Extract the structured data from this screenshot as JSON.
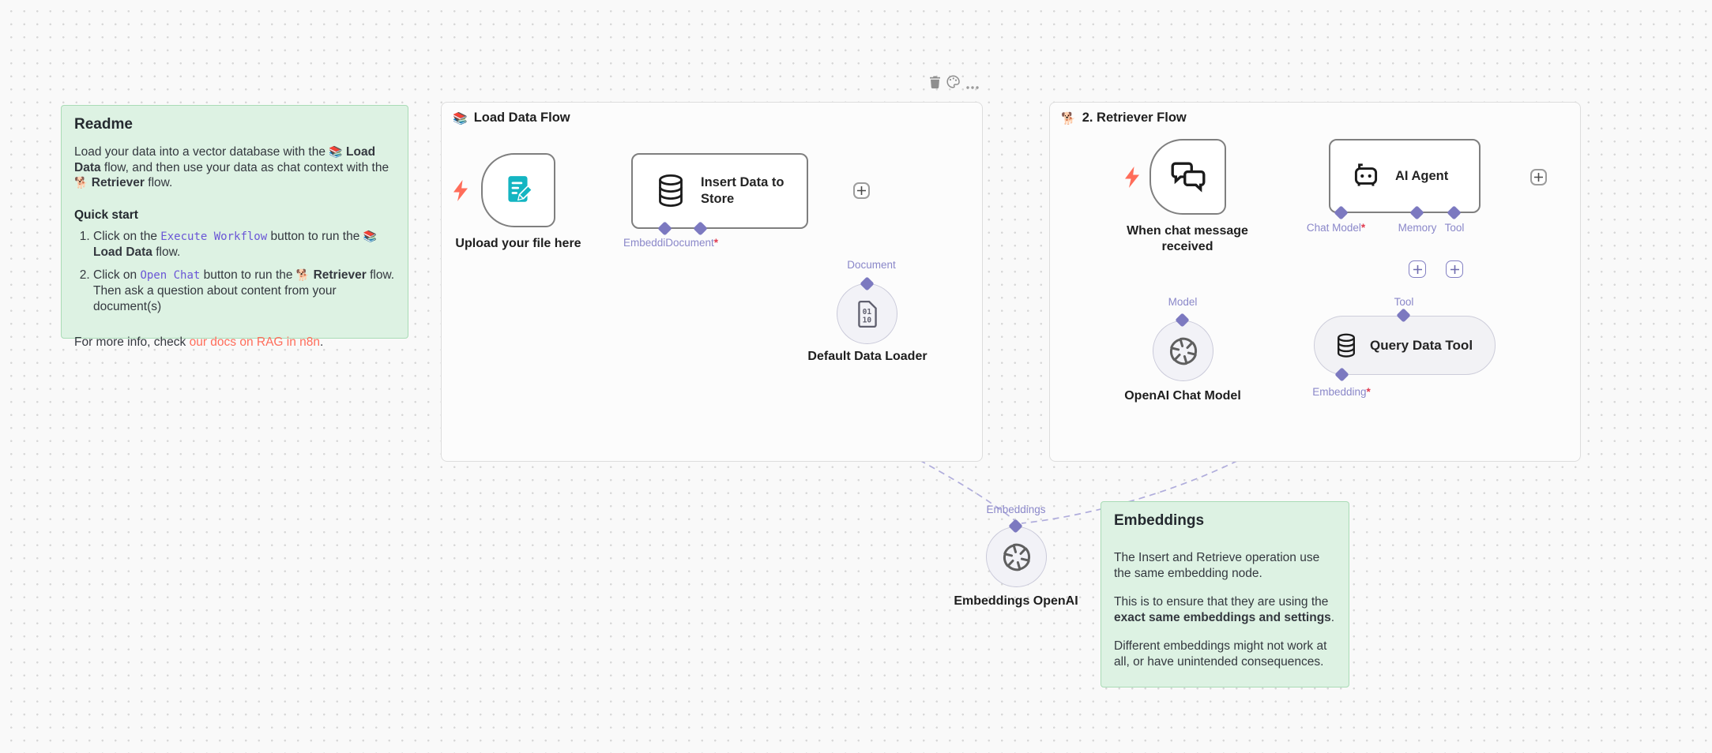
{
  "colors": {
    "accent_purple": "#7c79c0",
    "port_label_purple": "#8a87c9",
    "required_star_red": "#e03a4e",
    "link_coral": "#ff6d5a",
    "code_purple": "#6a56d6",
    "sticky_green_bg": "#ddf2e3",
    "sticky_green_border": "#a9dbb6",
    "node_border_gray": "#7f7f7f",
    "wire_gray": "#9b9b9b",
    "dashed_wire_purple": "#b0addc",
    "form_icon_teal": "#14b5c2",
    "lightning_coral": "#ff6d5a"
  },
  "toolbar": {
    "icons": [
      "trash",
      "palette",
      "ellipsis"
    ]
  },
  "sections": {
    "load_data": {
      "emoji": "📚",
      "title": "Load Data Flow"
    },
    "retriever": {
      "emoji": "🐕",
      "title": "2. Retriever Flow"
    }
  },
  "readme_note": {
    "title": "Readme",
    "p1": [
      {
        "t": "Load your data into a vector database with the "
      },
      {
        "t": "📚",
        "s": "emoji"
      },
      {
        "t": " "
      },
      {
        "t": "Load Data",
        "s": "b"
      },
      {
        "t": " flow, and then use your data as chat context with the "
      },
      {
        "t": "🐕",
        "s": "emoji"
      },
      {
        "t": " "
      },
      {
        "t": "Retriever",
        "s": "b"
      },
      {
        "t": " flow."
      }
    ],
    "quick_start_title": "Quick start",
    "steps": [
      [
        {
          "t": "Click on the "
        },
        {
          "t": "Execute Workflow",
          "s": "code"
        },
        {
          "t": " button to run the "
        },
        {
          "t": "📚",
          "s": "emoji"
        },
        {
          "t": " "
        },
        {
          "t": "Load Data",
          "s": "b"
        },
        {
          "t": " flow."
        }
      ],
      [
        {
          "t": "Click on "
        },
        {
          "t": "Open Chat",
          "s": "code"
        },
        {
          "t": " button to run the "
        },
        {
          "t": "🐕",
          "s": "emoji"
        },
        {
          "t": " "
        },
        {
          "t": "Retriever",
          "s": "b"
        },
        {
          "t": " flow. Then ask a question about content from your document(s)"
        }
      ]
    ],
    "footer": [
      {
        "t": "For more info, check "
      },
      {
        "t": "our docs on RAG in n8n",
        "s": "link"
      },
      {
        "t": "."
      }
    ]
  },
  "embeddings_note": {
    "title": "Embeddings",
    "p1": "The Insert and Retrieve operation use the same embedding node.",
    "p2": [
      {
        "t": "This is to ensure that they are using the "
      },
      {
        "t": "exact same embeddings and settings",
        "s": "b"
      },
      {
        "t": "."
      }
    ],
    "p3": "Different embeddings might not work at all, or have unintended consequences."
  },
  "nodes": {
    "upload_trigger": {
      "label": "Upload your file here"
    },
    "insert_store": {
      "label": "Insert Data to Store"
    },
    "default_data_loader": {
      "label": "Default Data Loader"
    },
    "chat_trigger": {
      "label": "When chat message received"
    },
    "ai_agent": {
      "label": "AI Agent"
    },
    "openai_chat_model": {
      "label": "OpenAI Chat Model"
    },
    "query_data_tool": {
      "label": "Query Data Tool"
    },
    "embeddings_openai": {
      "label": "Embeddings OpenAI"
    }
  },
  "port_labels": {
    "insert_embedding_document": [
      {
        "t": "EmbeddiDocument"
      },
      {
        "t": "*",
        "s": "star"
      }
    ],
    "document": "Document",
    "chat_model": [
      {
        "t": "Chat Model"
      },
      {
        "t": "*",
        "s": "star"
      }
    ],
    "memory": "Memory",
    "tool_agent": "Tool",
    "model": "Model",
    "tool_query": "Tool",
    "embedding": [
      {
        "t": "Embedding"
      },
      {
        "t": "*",
        "s": "star"
      }
    ],
    "embeddings": "Embeddings"
  }
}
